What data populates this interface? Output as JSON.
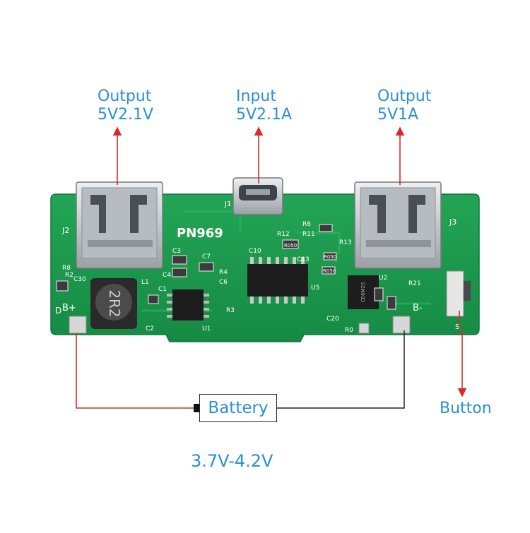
{
  "labels": {
    "output_left": {
      "line1": "Output",
      "line2": "5V2.1V"
    },
    "input": {
      "line1": "Input",
      "line2": "5V2.1A"
    },
    "output_right": {
      "line1": "Output",
      "line2": "5V1A"
    },
    "battery": "Battery",
    "button": "Button",
    "voltage_range": "3.7V-4.2V"
  },
  "board": {
    "model": "PN969",
    "inductor_marking": "2R2",
    "chip_marking_right": "CE6M2S",
    "silk": {
      "j1": "J1",
      "j2": "J2",
      "j3": "J3",
      "r6": "R6",
      "r11": "R11",
      "r12": "R12",
      "r13": "R13",
      "r050_a": "R050",
      "r050_b": "R050",
      "r050_c": "R050",
      "c3": "C3",
      "c4": "C4",
      "c7": "C7",
      "c10": "C10",
      "c13": "C13",
      "c20": "C20",
      "c30": "C30",
      "c1": "C1",
      "c2": "C2",
      "c6": "C6",
      "l1": "L1",
      "u1": "U1",
      "u2": "U2",
      "u5": "U5",
      "r2": "R2",
      "r3": "R3",
      "r4": "R4",
      "r8": "R8",
      "r21": "R21",
      "r0": "R0",
      "b_plus": "B+",
      "b_minus": "B-",
      "d": "D",
      "s": "S"
    }
  },
  "colors": {
    "board_green": "#1e9a4e",
    "board_dark": "#157a3a",
    "accent_blue": "#2a8fd6",
    "arrow_red": "#d62b2b",
    "silver": "#c9cdd1"
  }
}
